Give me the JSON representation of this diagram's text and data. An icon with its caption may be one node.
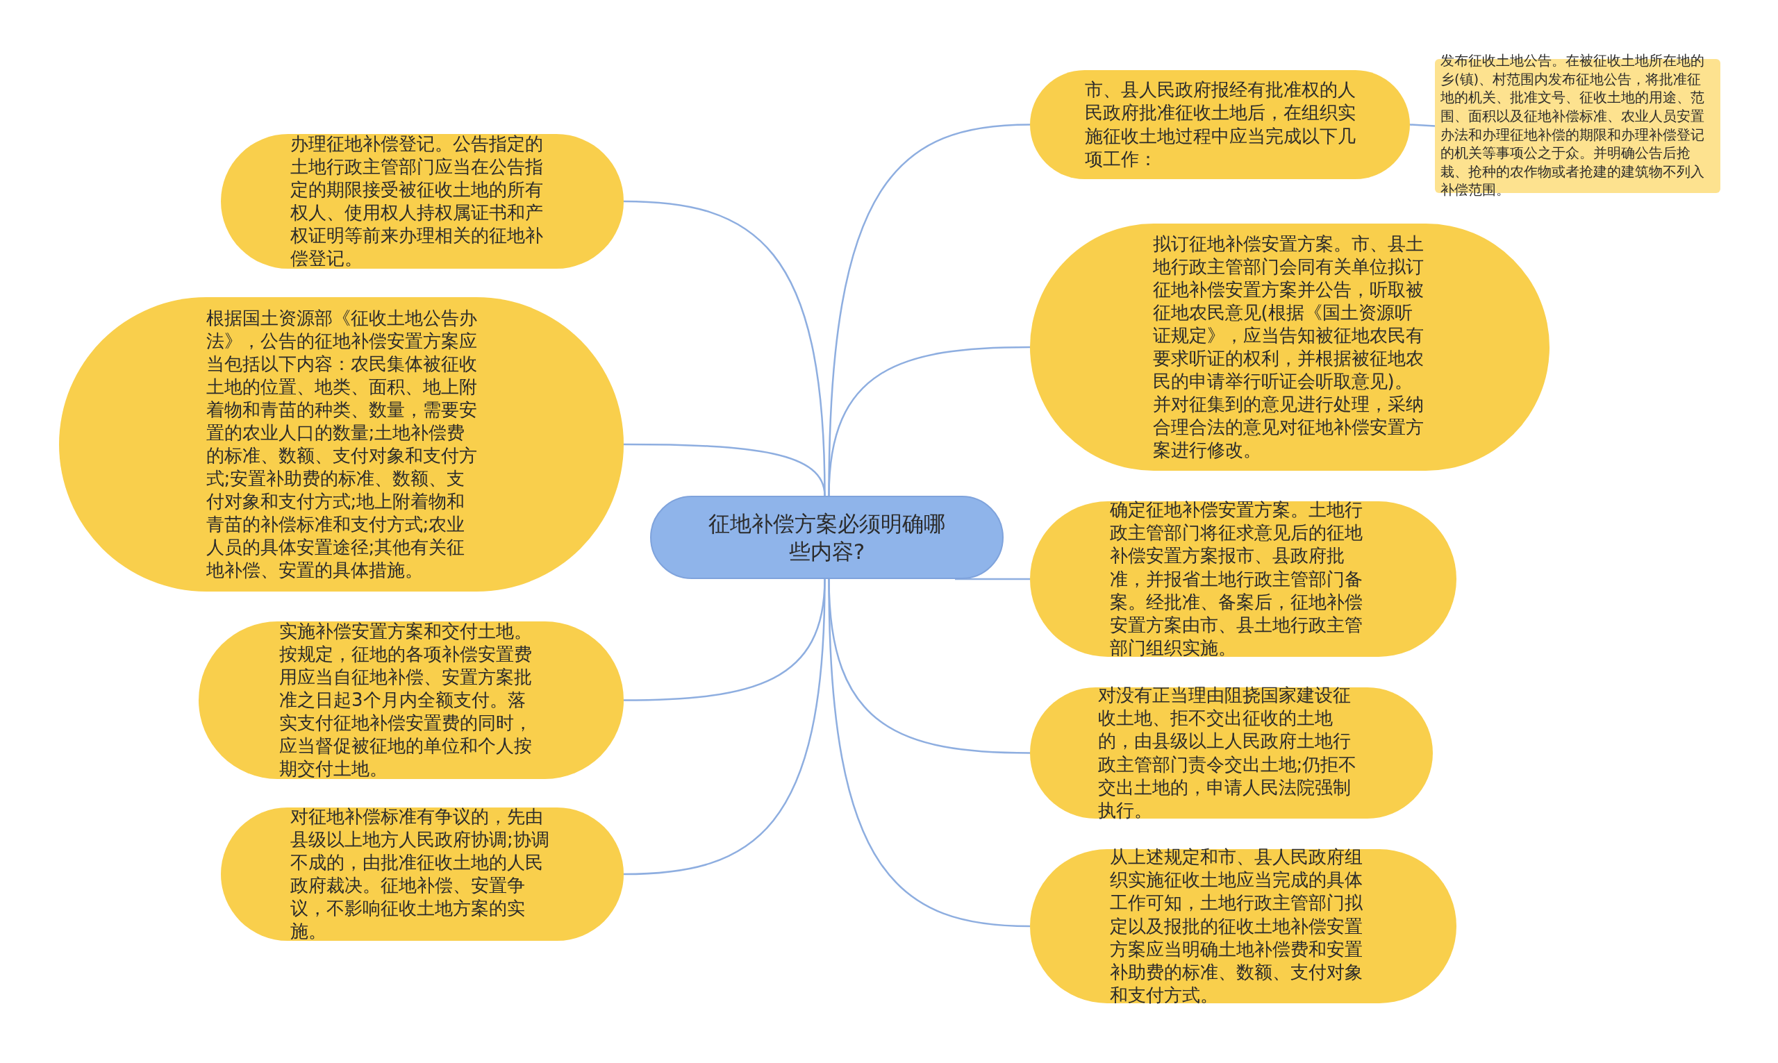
{
  "diagram": {
    "nodes": [
      {
        "text": [
          "征地补偿方案必须明确哪些内容?"
        ]
      },
      {
        "text": [
          "办理征地补偿登记。公告指定的土地行政主管部门应当在公告指定的期限接受被征收土地的所有权人、使用权人持权属证书和产权证明等前来办理相关的征地补偿登记。"
        ]
      },
      {
        "text": [
          "根据国土资源部《征收土地公告办法》，公告的征地补偿安置方案应当包括以下内容：农民集体被征收土地的位置、地类、面积、地上附着物和青苗的种类、数量，需要安置的农业人口的数量;土地补偿费的标准、数额、支付对象和支付方式;安置补助费的标准、数额、支付对象和支付方式;地上附着物和青苗的补偿标准和支付方式;农业人员的具体安置途径;其他有关征地补偿、安置的具体措施。"
        ]
      },
      {
        "text": [
          "实施补偿安置方案和交付土地。按规定，征地的各项补偿安置费用应当自征地补偿、安置方案批准之日起3个月内全额支付。落实支付征地补偿安置费的同时，应当督促被征地的单位和个人按期交付土地。"
        ]
      },
      {
        "text": [
          "对征地补偿标准有争议的，先由县级以上地方人民政府协调;协调不成的，由批准征收土地的人民政府裁决。征地补偿、安置争议，不影响征收土地方案的实施。"
        ]
      },
      {
        "text": [
          "市、县人民政府报经有批准权的人民政府批准征收土地后，在组织实施征收土地过程中应当完成以下几项工作："
        ]
      },
      {
        "text": [
          "发布征收土地公告。在被征收土地所在地的乡(镇)、村范围内发布征地公告，将批准征地的机关、批准文号、征收土地的用途、范围、面积以及征地补偿标准、农业人员安置办法和办理征地补偿的期限和办理补偿登记的机关等事项公之于众。并明确公告后抢栽、抢种的农作物或者抢建的建筑物不列入补偿范围。"
        ]
      },
      {
        "text": [
          "拟订征地补偿安置方案。市、县土地行政主管部门会同有关单位拟订征地补偿安置方案并公告，听取被征地农民意见(根据《国土资源听证规定》，应当告知被征地农民有要求听证的权利，并根据被征地农民的申请举行听证会听取意见)。并对征集到的意见进行处理，采纳合理合法的意见对征地补偿安置方案进行修改。"
        ]
      },
      {
        "text": [
          "确定征地补偿安置方案。土地行政主管部门将征求意见后的征地补偿安置方案报市、县政府批准，并报省土地行政主管部门备案。经批准、备案后，征地补偿安置方案由市、县土地行政主管部门组织实施。"
        ]
      },
      {
        "text": [
          "对没有正当理由阻挠国家建设征收土地、拒不交出征收的土地的，由县级以上人民政府土地行政主管部门责令交出土地;仍拒不交出土地的，申请人民法院强制执行。"
        ]
      },
      {
        "text": [
          "从上述规定和市、县人民政府组织实施征收土地应当完成的具体工作可知，土地行政主管部门拟定以及报批的征收土地补偿安置方案应当明确土地补偿费和安置补助费的标准、数额、支付对象和支付方式。"
        ]
      }
    ],
    "edges": [
      {
        "from": 0,
        "to": 1,
        "arrow": "none"
      },
      {
        "from": 0,
        "to": 2,
        "arrow": "none"
      },
      {
        "from": 0,
        "to": 3,
        "arrow": "none"
      },
      {
        "from": 0,
        "to": 4,
        "arrow": "none"
      },
      {
        "from": 0,
        "to": 5,
        "arrow": "none"
      },
      {
        "from": 5,
        "to": 6,
        "arrow": "none"
      },
      {
        "from": 0,
        "to": 7,
        "arrow": "none"
      },
      {
        "from": 0,
        "to": 8,
        "arrow": "none"
      },
      {
        "from": 0,
        "to": 9,
        "arrow": "none"
      },
      {
        "from": 0,
        "to": 10,
        "arrow": "none"
      }
    ]
  }
}
